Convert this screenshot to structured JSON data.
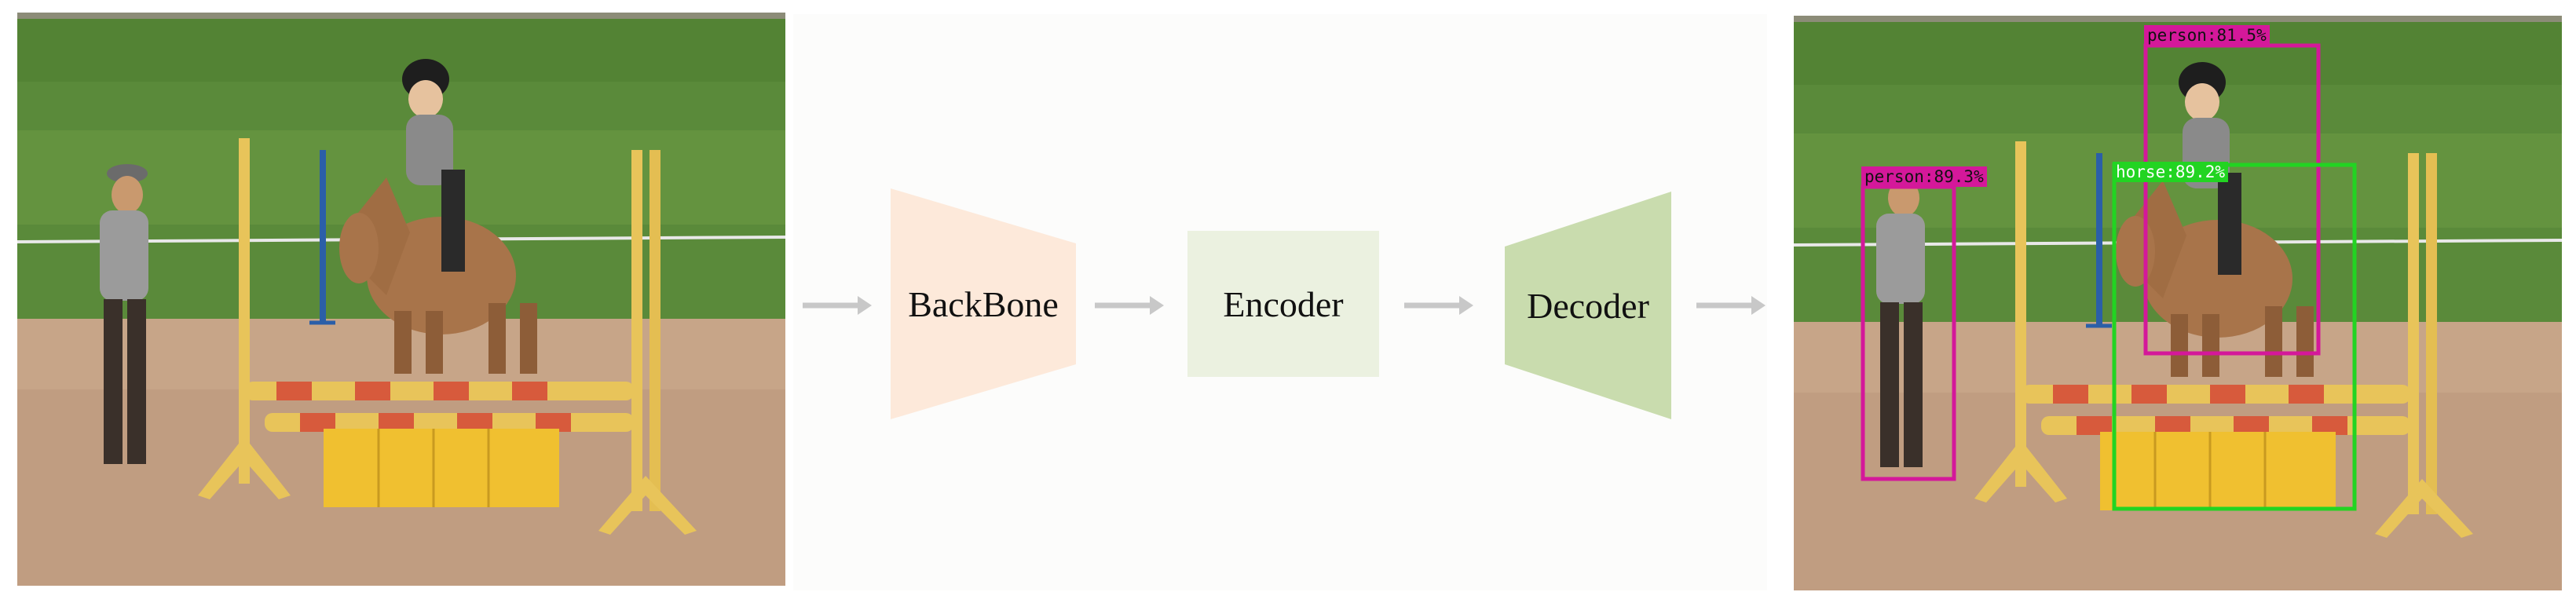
{
  "pipeline": {
    "backbone_label": "BackBone",
    "encoder_label": "Encoder",
    "decoder_label": "Decoder"
  },
  "colors": {
    "backbone_fill": "#fde9da",
    "encoder_fill": "#ebf1e0",
    "decoder_fill": "#c9dcae",
    "arrow": "#c8c8c8",
    "person_box": "#d4189a",
    "horse_box": "#22d422"
  },
  "detections": [
    {
      "label": "person:81.5%",
      "class": "person"
    },
    {
      "label": "person:89.3%",
      "class": "person"
    },
    {
      "label": "horse:89.2%",
      "class": "horse"
    }
  ],
  "icons": [
    "input-photo",
    "output-photo",
    "arrow-icon"
  ]
}
